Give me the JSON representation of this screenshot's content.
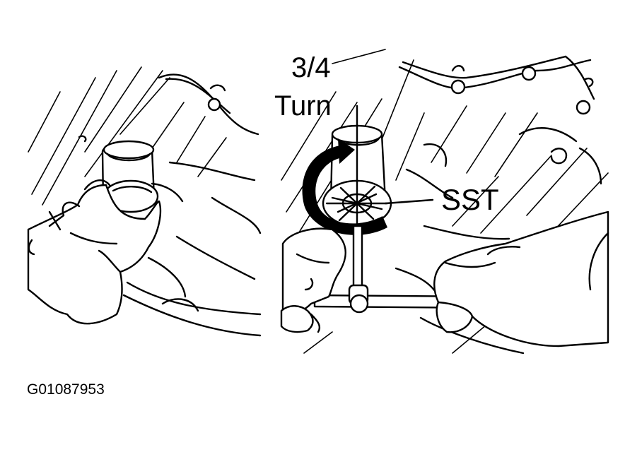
{
  "labels": {
    "fraction": "3/4",
    "turn": "Turn",
    "tool": "SST",
    "figure_code": "G01087953"
  },
  "colors": {
    "ink": "#000000",
    "paper": "#ffffff"
  },
  "icons": {
    "rotation": "clockwise-arrow-icon"
  }
}
